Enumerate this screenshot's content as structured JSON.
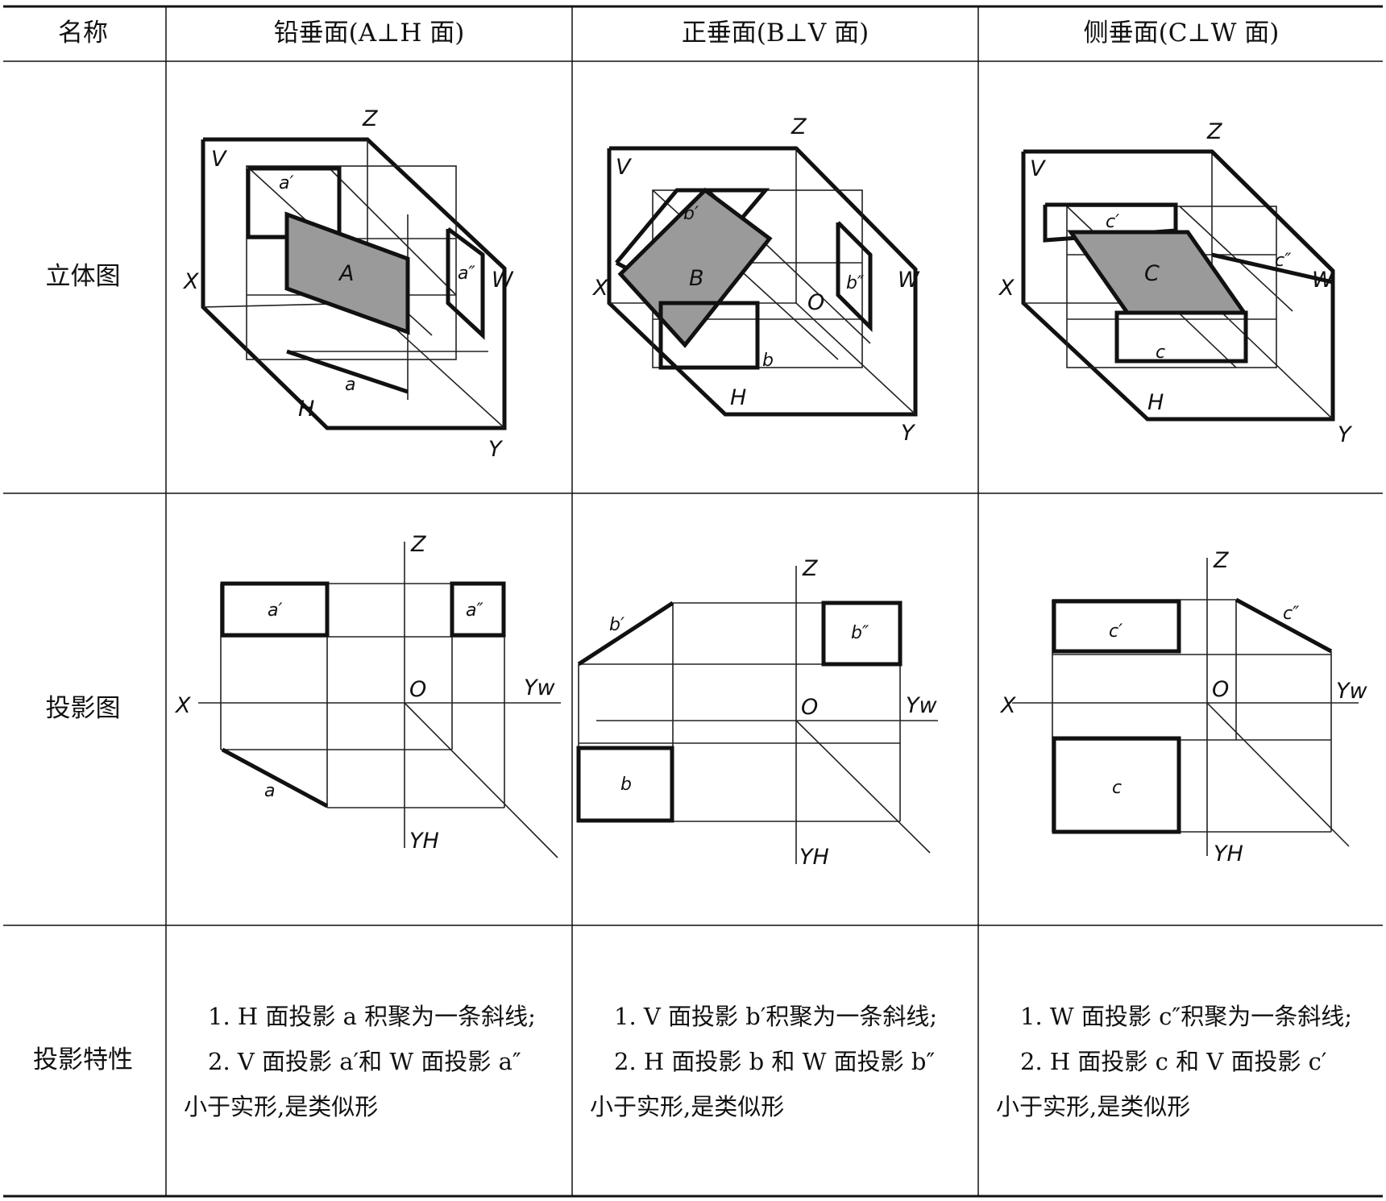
{
  "table": {
    "header": {
      "name_col": "名称",
      "col1": "铅垂面(A⊥H 面)",
      "col2": "正垂面(B⊥V 面)",
      "col3": "侧垂面(C⊥W 面)"
    },
    "rows": {
      "stereo": "立体图",
      "projection": "投影图",
      "properties": "投影特性"
    },
    "properties": {
      "col1": {
        "line1": "1. H 面投影 a 积聚为一条斜线;",
        "line2": "2. V 面投影 a′和 W 面投影 a″",
        "line3": "小于实形,是类似形"
      },
      "col2": {
        "line1": "1. V 面投影 b′积聚为一条斜线;",
        "line2": "2. H 面投影 b 和 W 面投影 b″",
        "line3": "小于实形,是类似形"
      },
      "col3": {
        "line1": "1. W 面投影 c″积聚为一条斜线;",
        "line2": "2. H 面投影 c 和 V 面投影 c′",
        "line3": "小于实形,是类似形"
      }
    }
  },
  "figures": {
    "axis": {
      "X": "X",
      "Y": "Y",
      "Z": "Z",
      "O": "O",
      "YW": "Yw",
      "YH": "YH"
    },
    "planes": {
      "V": "V",
      "H": "H",
      "W": "W"
    },
    "col1": {
      "solid": "A",
      "h": "a",
      "v": "a′",
      "w": "a″"
    },
    "col2": {
      "solid": "B",
      "h": "b",
      "v": "b′",
      "w": "b″"
    },
    "col3": {
      "solid": "C",
      "h": "c",
      "v": "c′",
      "w": "c″"
    }
  }
}
